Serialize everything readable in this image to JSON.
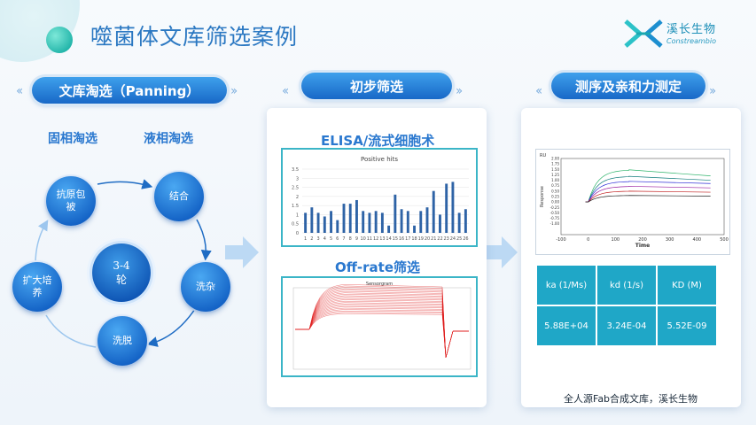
{
  "title": "噬菌体文库筛选案例",
  "logo": {
    "name": "溪长生物",
    "sub": "Constreambio"
  },
  "headers": {
    "library_panning": "文库淘选（Panning）",
    "initial_screening": "初步筛选",
    "affinity": "测序及亲和力测定"
  },
  "panning": {
    "solid": "固相淘选",
    "liquid": "液相淘选",
    "cycle": {
      "antigen_coat": "抗原包被",
      "binding": "结合",
      "wash": "洗杂",
      "elution": "洗脱",
      "amplify": "扩大培养",
      "rounds": "3-4轮"
    }
  },
  "screening": {
    "elisa_label": "ELISA/流式细胞术",
    "offrate_label": "Off-rate筛选",
    "offrate_chart_title": "Sensorgram"
  },
  "chart_data": [
    {
      "type": "bar",
      "title": "Positive hits",
      "categories": [
        "1",
        "2",
        "3",
        "4",
        "5",
        "6",
        "7",
        "8",
        "9",
        "10",
        "11",
        "12",
        "13",
        "14",
        "15",
        "16",
        "17",
        "18",
        "19",
        "20",
        "21",
        "22",
        "23",
        "24",
        "25",
        "26"
      ],
      "values": [
        1.1,
        1.4,
        1.1,
        0.9,
        1.2,
        0.7,
        1.6,
        1.6,
        1.8,
        1.2,
        1.1,
        1.2,
        1.1,
        0.4,
        2.1,
        1.3,
        1.2,
        0.4,
        1.2,
        1.4,
        2.3,
        1.0,
        2.7,
        2.8,
        1.1,
        1.3
      ],
      "ylim": [
        0,
        3.5
      ],
      "yticks": [
        0,
        0.5,
        1,
        1.5,
        2,
        2.5,
        3,
        3.5
      ],
      "color": "#2e63a6"
    },
    {
      "type": "line",
      "title": "",
      "xlabel": "Time",
      "ylabel": "Response",
      "y_unit": "RU",
      "xlim": [
        -100,
        500
      ],
      "ylim": [
        -1.5,
        2.0
      ],
      "xticks": [
        -100,
        0,
        100,
        200,
        300,
        400,
        500
      ],
      "yticks": [
        -1.0,
        -0.75,
        -0.5,
        -0.25,
        0.0,
        0.25,
        0.5,
        0.75,
        1.0,
        1.25,
        1.5,
        1.75,
        2.0
      ],
      "series": [
        {
          "color": "#2db36a",
          "plateau": 1.48,
          "end": 1.2
        },
        {
          "color": "#0e7a7a",
          "plateau": 1.18,
          "end": 1.0
        },
        {
          "color": "#2a2ad6",
          "plateau": 0.95,
          "end": 0.85
        },
        {
          "color": "#9b1fa0",
          "plateau": 0.72,
          "end": 0.65
        },
        {
          "color": "#c21f1f",
          "plateau": 0.5,
          "end": 0.45
        },
        {
          "color": "#222222",
          "plateau": 0.3,
          "end": 0.27
        }
      ]
    }
  ],
  "kinetics": {
    "headers": [
      "ka (1/Ms)",
      "kd (1/s)",
      "KD (M)"
    ],
    "values": [
      "5.88E+04",
      "3.24E-04",
      "5.52E-09"
    ]
  },
  "footer": "全人源Fab合成文库，溪长生物"
}
